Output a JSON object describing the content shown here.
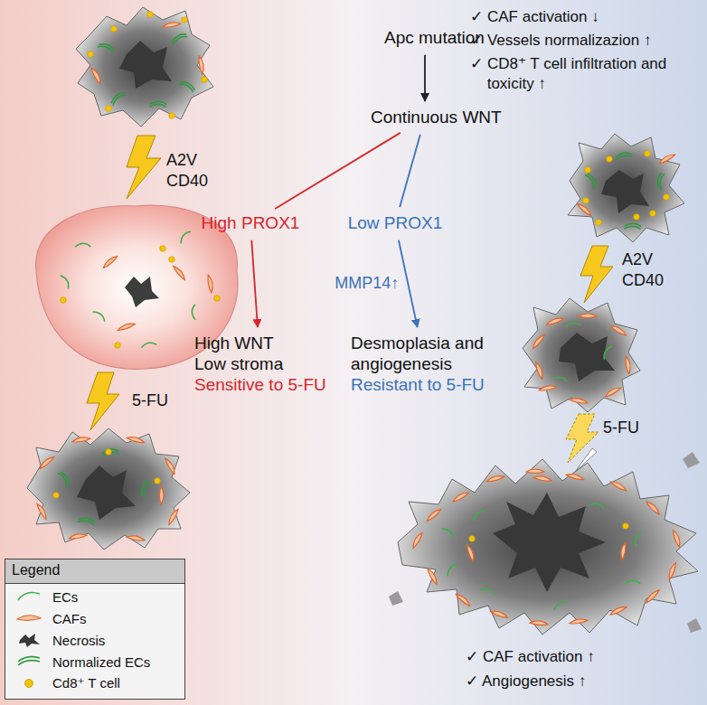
{
  "diagram": {
    "nodes": [
      {
        "text": [
          "Apc mutation"
        ]
      },
      {
        "text": [
          "Continuous WNT"
        ]
      },
      {
        "text": [
          "High PROX1"
        ]
      },
      {
        "text": [
          "Low PROX1"
        ]
      },
      {
        "text": [
          "High WNT Low stroma",
          "Sensitive to 5-FU"
        ]
      },
      {
        "text": [
          "Desmoplasia and angiogenesis",
          "Resistant to 5-FU"
        ]
      }
    ],
    "edges": [
      {
        "from": 0,
        "to": 1,
        "arrow": "to"
      },
      {
        "from": 1,
        "to": 2,
        "arrow": "none"
      },
      {
        "from": 1,
        "to": 3,
        "arrow": "none"
      },
      {
        "from": 2,
        "to": 4,
        "arrow": "to"
      },
      {
        "from": 3,
        "to": 5,
        "arrow": "to",
        "label": "MMP14↑"
      }
    ],
    "labels": [
      "A2V CD40",
      "5-FU",
      "A2V CD40",
      "5-FU",
      "✓ CAF activation ↓",
      "✓ Vessels normalizazion ↑",
      "✓ CD8⁺ T cell infiltration and toxicity ↑",
      "✓ CAF activation ↑",
      "✓ Angiogenesis ↑",
      "Legend"
    ],
    "legend": [
      {
        "text": "ECs"
      },
      {
        "text": "CAFs"
      },
      {
        "text": "Necrosis"
      },
      {
        "text": "Normalized ECs"
      },
      {
        "text": "Cd8⁺ T cell",
        "color": "#f5c400"
      }
    ]
  }
}
